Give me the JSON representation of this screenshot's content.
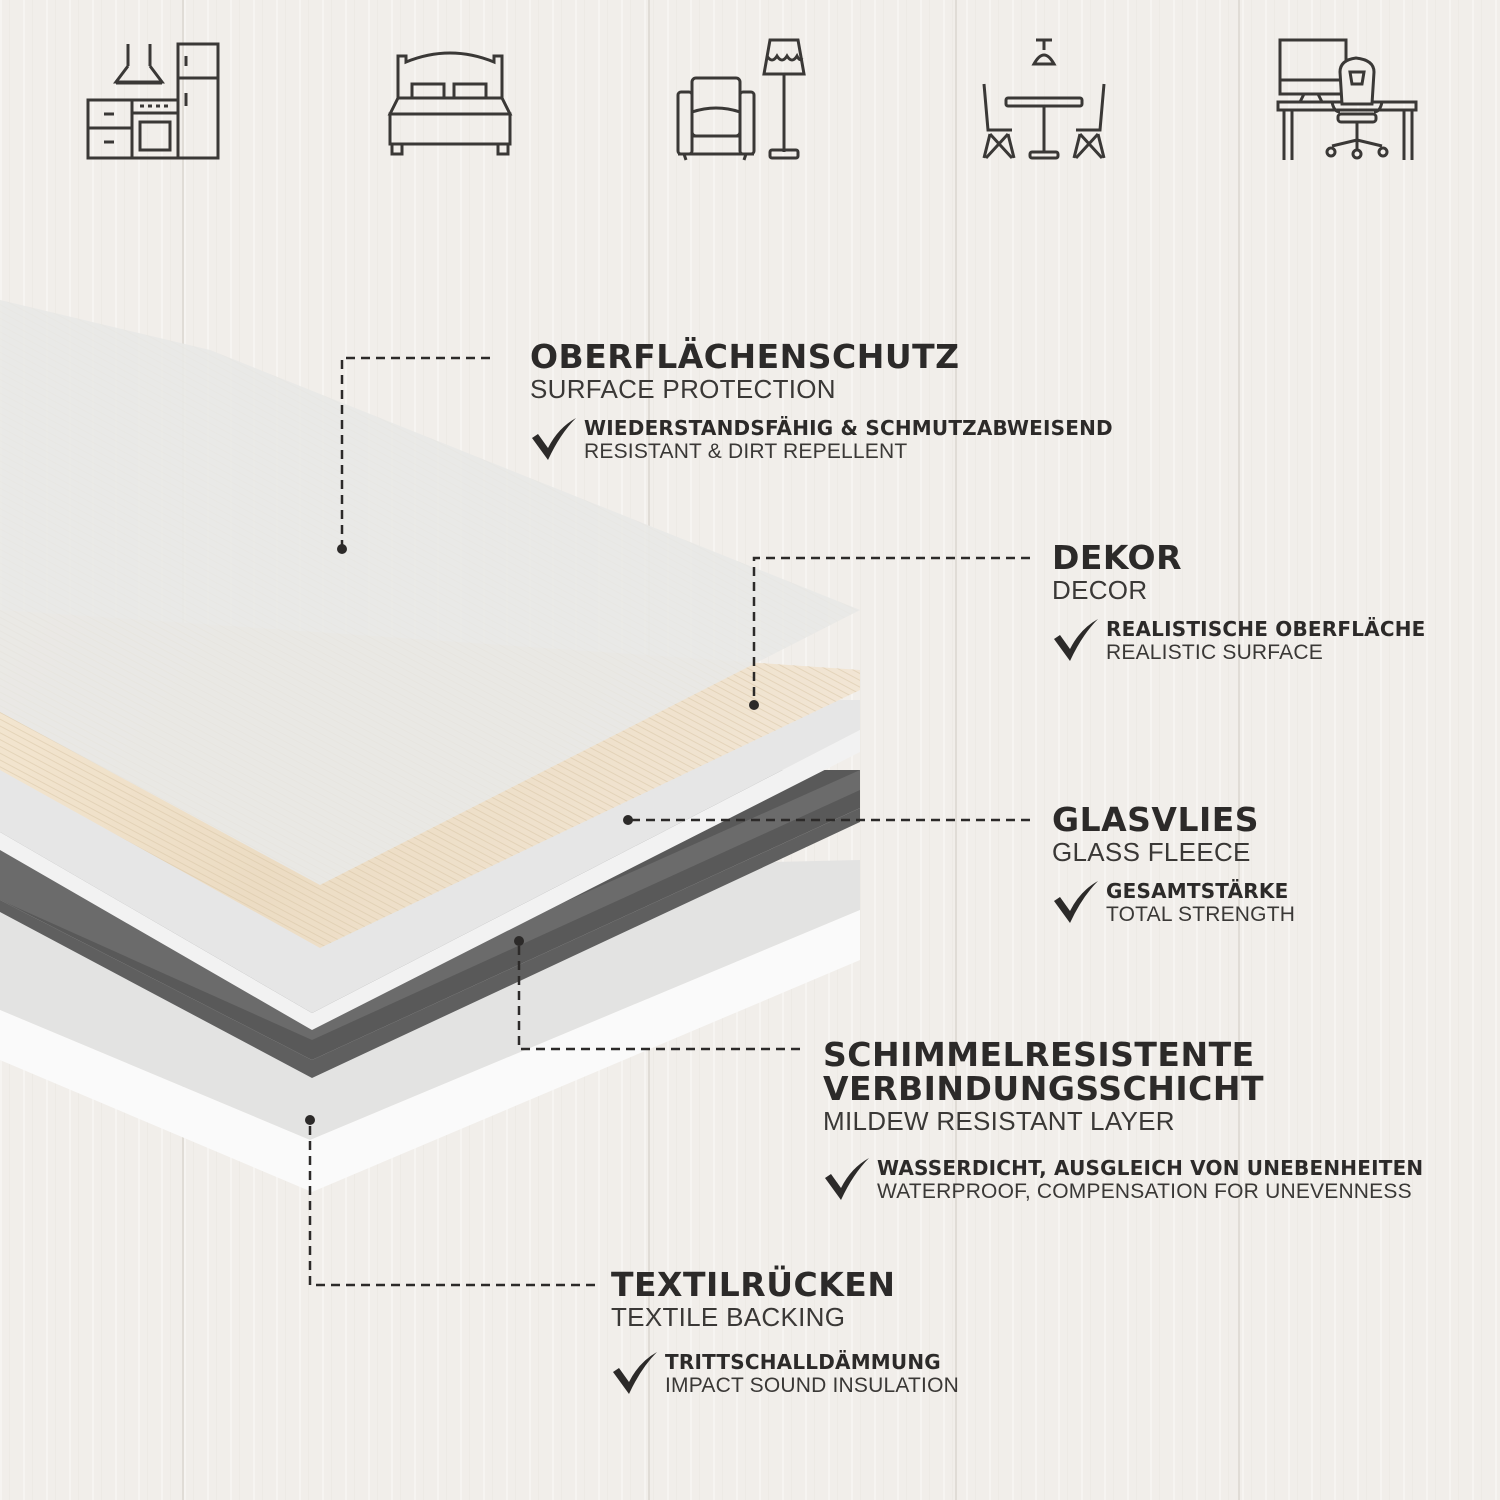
{
  "rooms": [
    {
      "name": "kitchen",
      "icon": "kitchen-icon"
    },
    {
      "name": "bedroom",
      "icon": "bed-icon"
    },
    {
      "name": "living-room",
      "icon": "armchair-lamp-icon"
    },
    {
      "name": "dining-room",
      "icon": "dining-table-icon"
    },
    {
      "name": "office",
      "icon": "desk-chair-icon"
    }
  ],
  "colors": {
    "background": "#f1eeea",
    "text": "#2c2a29",
    "surface_layer": "#e9e9e7",
    "decor_layer": "#efe2cf",
    "glass_fleece_layer": "#e4e4e4",
    "bonding_layer": "#666666",
    "backing_layer": "#f7f7f7"
  },
  "layers": [
    {
      "id": "surface",
      "title": "OBERFLÄCHENSCHUTZ",
      "subtitle": "SURFACE PROTECTION",
      "feature_title": "WIEDERSTANDSFÄHIG & SCHMUTZABWEISEND",
      "feature_subtitle": "RESISTANT & DIRT REPELLENT"
    },
    {
      "id": "decor",
      "title": "DEKOR",
      "subtitle": "DECOR",
      "feature_title": "REALISTISCHE OBERFLÄCHE",
      "feature_subtitle": "REALISTIC SURFACE"
    },
    {
      "id": "glass-fleece",
      "title": "GLASVLIES",
      "subtitle": "GLASS FLEECE",
      "feature_title": "GESAMTSTÄRKE",
      "feature_subtitle": "TOTAL STRENGTH"
    },
    {
      "id": "bonding",
      "title_line1": "SCHIMMELRESISTENTE",
      "title_line2": "VERBINDUNGSSCHICHT",
      "subtitle": "MILDEW RESISTANT LAYER",
      "feature_title": "WASSERDICHT, AUSGLEICH VON UNEBENHEITEN",
      "feature_subtitle": "WATERPROOF, COMPENSATION FOR UNEVENNESS"
    },
    {
      "id": "backing",
      "title": "TEXTILRÜCKEN",
      "subtitle": "TEXTILE BACKING",
      "feature_title": "TRITTSCHALLDÄMMUNG",
      "feature_subtitle": "IMPACT SOUND INSULATION"
    }
  ]
}
